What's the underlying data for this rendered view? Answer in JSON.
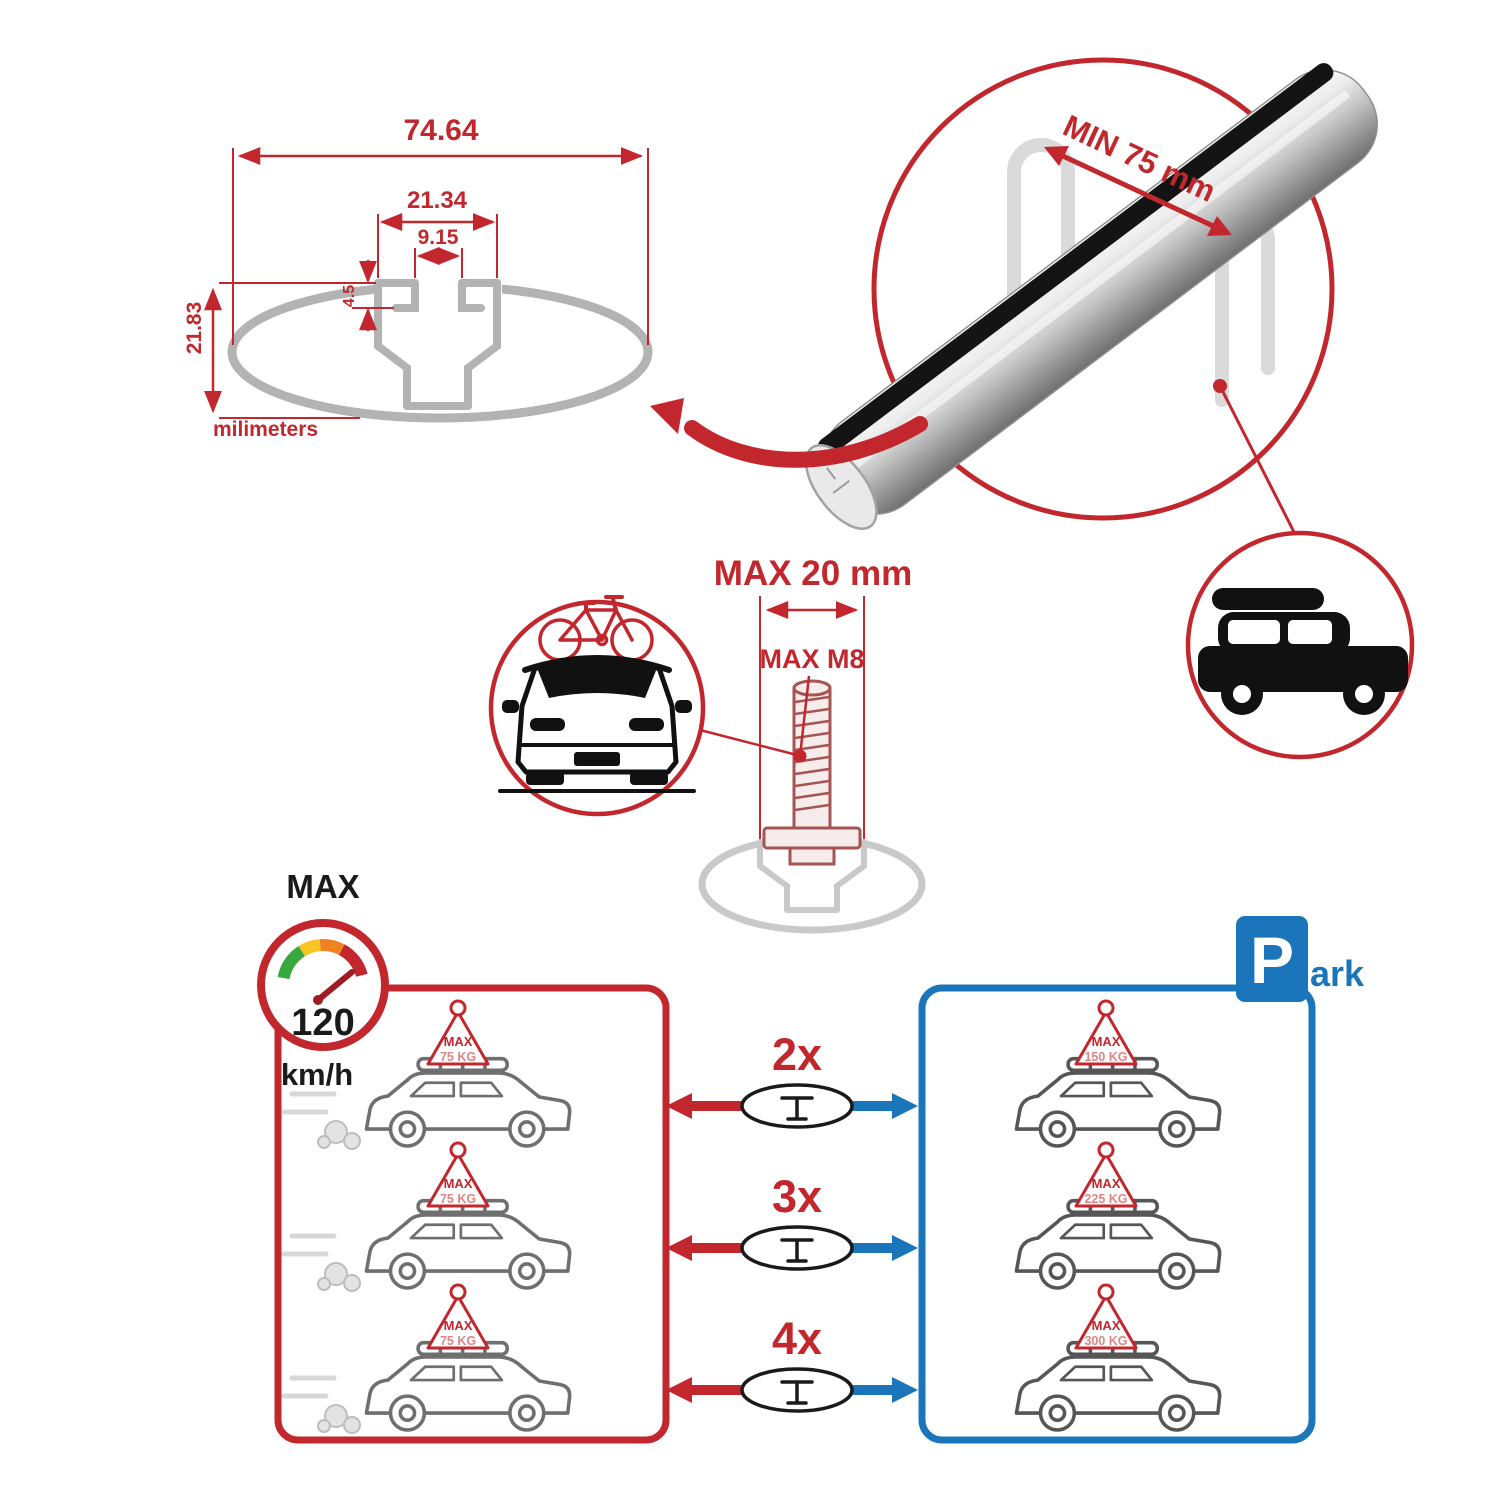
{
  "colors": {
    "red": "#c1272d",
    "blue": "#1b75bb",
    "profile_gray": "#b3b3b3",
    "ink": "#1a1a1a"
  },
  "cross_section": {
    "width_total": "74.64",
    "width_channel": "21.34",
    "width_slot": "9.15",
    "lip_depth": "4.5",
    "height_total": "21.83",
    "units_label": "milimeters"
  },
  "bar_inset": {
    "min_span_label": "MIN 75 mm"
  },
  "bolt": {
    "max_width_label": "MAX 20 mm",
    "max_thread_label": "MAX M8"
  },
  "speed_limit": {
    "label": "MAX",
    "value": "120",
    "unit": "km/h"
  },
  "park_sign": {
    "letter": "P",
    "suffix": "ark"
  },
  "load_rows": [
    {
      "qty": "2x",
      "drive_max": "MAX",
      "drive_kg": "75 KG",
      "park_max": "MAX",
      "park_kg": "150 KG"
    },
    {
      "qty": "3x",
      "drive_max": "MAX",
      "drive_kg": "75 KG",
      "park_max": "MAX",
      "park_kg": "225 KG"
    },
    {
      "qty": "4x",
      "drive_max": "MAX",
      "drive_kg": "75 KG",
      "park_max": "MAX",
      "park_kg": "300 KG"
    }
  ]
}
